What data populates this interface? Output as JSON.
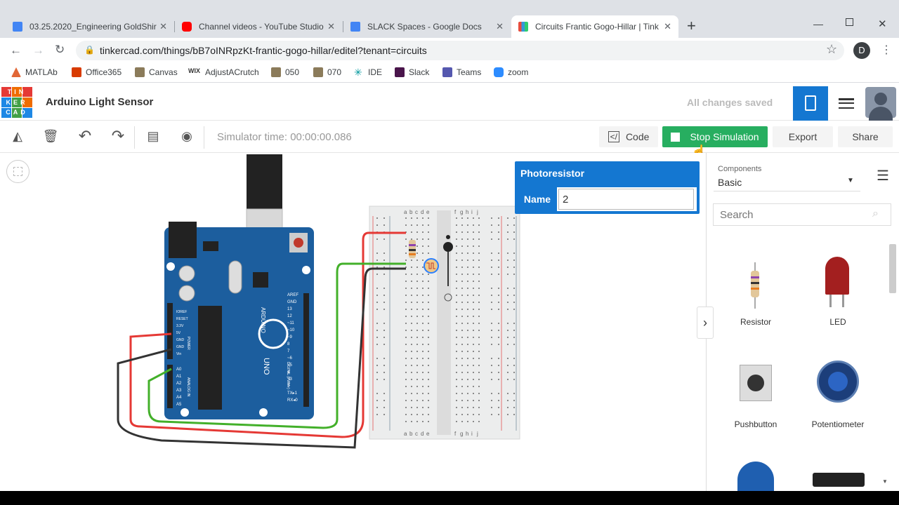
{
  "browser": {
    "tabs": [
      {
        "title": "03.25.2020_Engineering GoldShir",
        "color": "#4285f4"
      },
      {
        "title": "Channel videos - YouTube Studio",
        "color": "#ff0000"
      },
      {
        "title": "SLACK Spaces - Google Docs",
        "color": "#4285f4"
      },
      {
        "title": "Circuits Frantic Gogo-Hillar | Tink",
        "color": "#e74c3c"
      }
    ],
    "close_glyph": "✕",
    "new_tab_glyph": "+",
    "url": "tinkercad.com/things/bB7oINRpzKt-frantic-gogo-hillar/editel?tenant=circuits",
    "profile_initial": "D",
    "bookmarks": [
      "MATLAb",
      "Office365",
      "Canvas",
      "AdjustACrutch",
      "050",
      "070",
      "IDE",
      "Slack",
      "Teams",
      "zoom"
    ]
  },
  "app": {
    "logo_letters": [
      "TIN",
      "KER",
      "CAD"
    ],
    "project_title": "Arduino Light Sensor",
    "save_status": "All changes saved",
    "simulator_time": "Simulator time: 00:00:00.086",
    "code_label": "Code",
    "stop_label": "Stop Simulation",
    "export_label": "Export",
    "share_label": "Share"
  },
  "inspector": {
    "title": "Photoresistor",
    "name_label": "Name",
    "name_value": "2"
  },
  "components": {
    "dropdown_label": "Components",
    "dropdown_value": "Basic",
    "search_placeholder": "Search",
    "items": [
      "Resistor",
      "LED",
      "Pushbutton",
      "Potentiometer"
    ]
  },
  "board": {
    "brand": "ARDUINO",
    "model": "UNO",
    "power_label": "POWER",
    "analog_label": "ANALOG IN",
    "digital_label": "DIGITAL (PWM~)",
    "power_pins": [
      "IOREF",
      "RESET",
      "3.3V",
      "5V",
      "GND",
      "GND",
      "Vin"
    ],
    "analog_pins": [
      "A0",
      "A1",
      "A2",
      "A3",
      "A4",
      "A5"
    ],
    "digital_pins": [
      "AREF",
      "GND",
      "13",
      "12",
      "~11",
      "~10",
      "~9",
      "8",
      "7",
      "~6",
      "~5",
      "4",
      "~3",
      "2",
      "TX▸1",
      "RX◂0"
    ],
    "breadboard_cols_left": [
      "a",
      "b",
      "c",
      "d",
      "e"
    ],
    "breadboard_cols_right": [
      "f",
      "g",
      "h",
      "i",
      "j"
    ]
  },
  "colors": {
    "accent": "#1477d1",
    "stop_green": "#27ae60",
    "wire_red": "#e53935",
    "wire_green": "#43b02a",
    "wire_black": "#333333",
    "board_blue": "#1c5e9e"
  }
}
